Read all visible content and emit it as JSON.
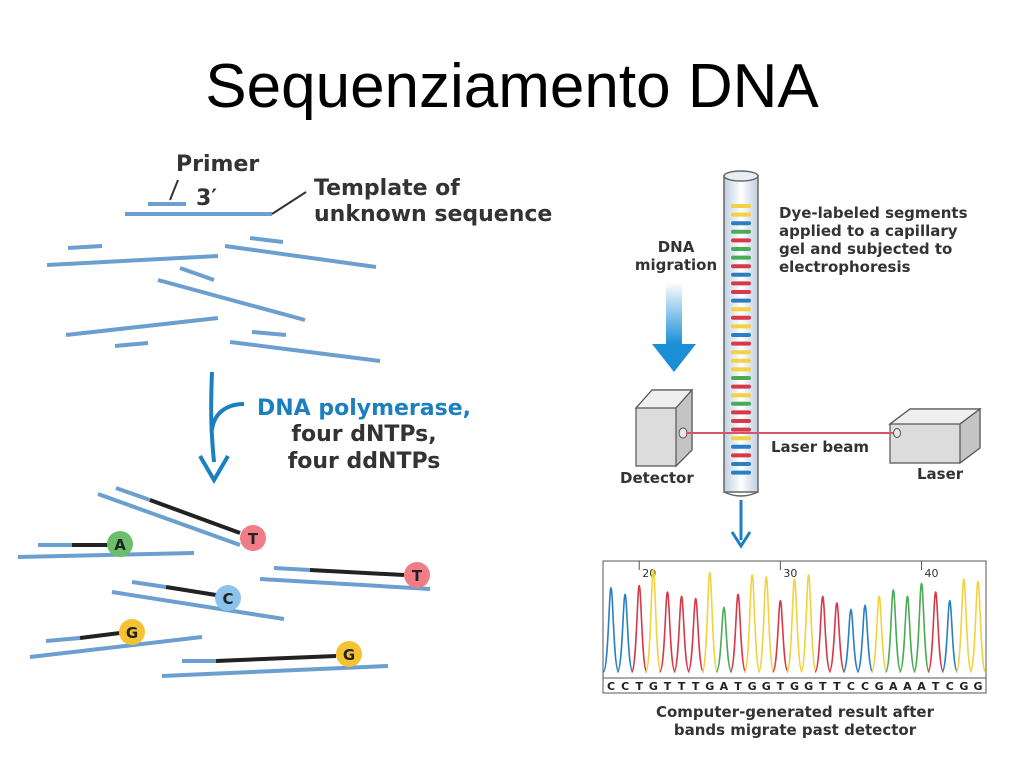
{
  "title": "Sequenziamento DNA",
  "left_panel": {
    "primer_label": "Primer",
    "primer_end": "3′",
    "template_label_line1": "Template of",
    "template_label_line2": "unknown sequence",
    "reaction_line1": "DNA polymerase,",
    "reaction_line2": "four dNTPs,",
    "reaction_line3": "four ddNTPs",
    "terminators": [
      {
        "base": "A",
        "color": "#6cbf6a"
      },
      {
        "base": "T",
        "color": "#f07d86"
      },
      {
        "base": "T",
        "color": "#f07d86"
      },
      {
        "base": "C",
        "color": "#8cc3ec"
      },
      {
        "base": "G",
        "color": "#f4c232"
      },
      {
        "base": "G",
        "color": "#f4c232"
      }
    ]
  },
  "right_panel": {
    "capillary_label_line1": "Dye-labeled segments",
    "capillary_label_line2": "applied to a capillary",
    "capillary_label_line3": "gel and subjected to",
    "capillary_label_line4": "electrophoresis",
    "migration_line1": "DNA",
    "migration_line2": "migration",
    "laser_beam_label": "Laser beam",
    "detector_label": "Detector",
    "laser_label": "Laser",
    "trace_ticks": [
      "20",
      "30",
      "40"
    ],
    "sequence": [
      "C",
      "C",
      "T",
      "G",
      "T",
      "T",
      "T",
      "G",
      "A",
      "T",
      "G",
      "G",
      "T",
      "G",
      "G",
      "T",
      "T",
      "C",
      "C",
      "G",
      "A",
      "A",
      "A",
      "T",
      "C",
      "G",
      "G"
    ],
    "caption_line1": "Computer-generated result after",
    "caption_line2": "bands migrate past detector"
  },
  "colors": {
    "strand": "#6b9fcf",
    "extension": "#222222",
    "arrow": "#1b7fc0",
    "laser": "#d4566a",
    "dye_yellow": "#f2d240",
    "dye_green": "#4aab55",
    "dye_red": "#d83848",
    "dye_blue": "#2a7fc4"
  }
}
